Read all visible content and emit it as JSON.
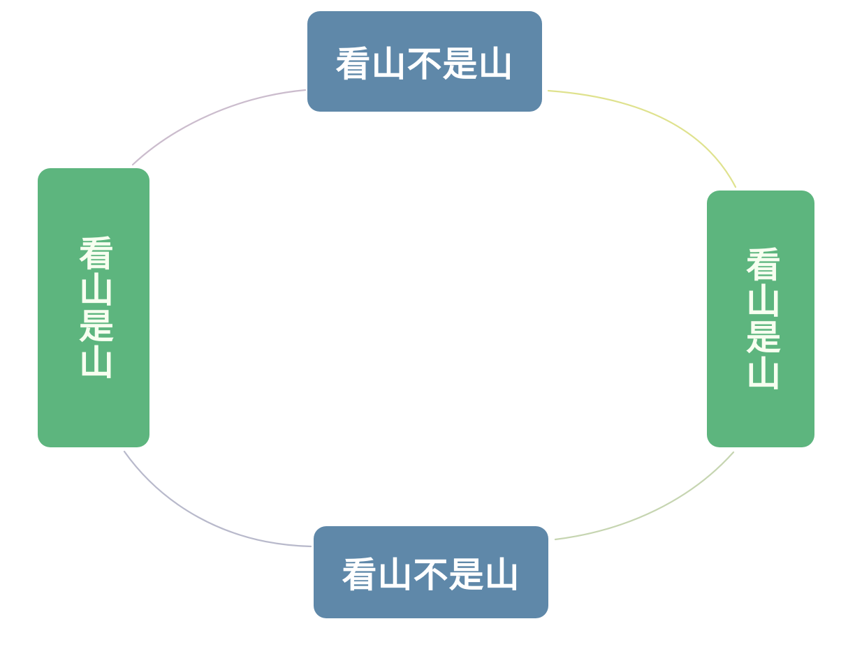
{
  "diagram": {
    "type": "cycle",
    "nodes": {
      "top": {
        "label": "看山不是山",
        "color": "#5f88a9"
      },
      "right": {
        "label": "看山是山",
        "color": "#5db57e"
      },
      "bottom": {
        "label": "看山不是山",
        "color": "#5f88a9"
      },
      "left": {
        "label": "看山是山",
        "color": "#5db57e"
      }
    },
    "connector_colors": {
      "top_right": "#dfe28e",
      "right_bottom": "#c6d5b1",
      "bottom_left": "#b8b9cb",
      "left_top": "#cbbccd"
    },
    "cycle_order": [
      "top",
      "right",
      "bottom",
      "left"
    ]
  }
}
